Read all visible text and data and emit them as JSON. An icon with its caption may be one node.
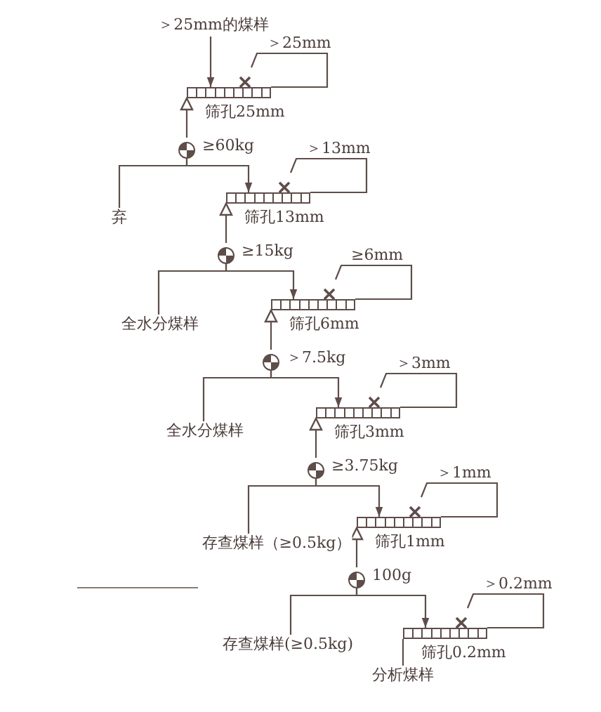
{
  "diagram": {
    "nodes": [
      {
        "text": [
          "＞25mm的煤样"
        ]
      },
      {
        "text": [
          "筛孔25mm"
        ]
      },
      {
        "text": [],
        "shape": "cross"
      },
      {
        "text": [],
        "shape": "circle",
        "beside": [
          "≥60kg"
        ]
      },
      {
        "text": [
          "弃"
        ]
      },
      {
        "text": [
          "筛孔13mm"
        ]
      },
      {
        "text": [],
        "shape": "cross"
      },
      {
        "text": [],
        "shape": "circle",
        "beside": [
          "≥15kg"
        ]
      },
      {
        "text": [
          "全水分煤样"
        ]
      },
      {
        "text": [
          "筛孔6mm"
        ]
      },
      {
        "text": [],
        "shape": "cross"
      },
      {
        "text": [],
        "shape": "circle",
        "beside": [
          "＞7.5kg"
        ]
      },
      {
        "text": [
          "全水分煤样"
        ]
      },
      {
        "text": [
          "筛孔3mm"
        ]
      },
      {
        "text": [],
        "shape": "cross"
      },
      {
        "text": [],
        "shape": "circle",
        "beside": [
          "≥3.75kg"
        ]
      },
      {
        "text": [
          "存查煤样（≥0.5kg）"
        ]
      },
      {
        "text": [
          "筛孔1mm"
        ]
      },
      {
        "text": [],
        "shape": "cross"
      },
      {
        "text": [],
        "shape": "circle",
        "beside": [
          "100g"
        ]
      },
      {
        "text": [
          "存查煤样(≥0.5kg)"
        ]
      },
      {
        "text": [
          "筛孔0.2mm"
        ]
      },
      {
        "text": [],
        "shape": "cross"
      },
      {
        "text": [
          "分析煤样"
        ]
      }
    ],
    "edges": [
      {
        "from": 0,
        "to": 1,
        "arrow": "to"
      },
      {
        "from": 1,
        "to": 2,
        "arrow": "none",
        "label": "＞25mm"
      },
      {
        "from": 3,
        "to": 1,
        "arrow": "to"
      },
      {
        "from": 3,
        "to": 4,
        "arrow": "none"
      },
      {
        "from": 3,
        "to": 5,
        "arrow": "to"
      },
      {
        "from": 5,
        "to": 6,
        "arrow": "none",
        "label": "＞13mm"
      },
      {
        "from": 7,
        "to": 5,
        "arrow": "to"
      },
      {
        "from": 7,
        "to": 8,
        "arrow": "none"
      },
      {
        "from": 7,
        "to": 9,
        "arrow": "to"
      },
      {
        "from": 9,
        "to": 10,
        "arrow": "none",
        "label": "≥6mm"
      },
      {
        "from": 11,
        "to": 9,
        "arrow": "to"
      },
      {
        "from": 11,
        "to": 12,
        "arrow": "none"
      },
      {
        "from": 11,
        "to": 13,
        "arrow": "to"
      },
      {
        "from": 13,
        "to": 14,
        "arrow": "none",
        "label": "＞3mm"
      },
      {
        "from": 15,
        "to": 13,
        "arrow": "to"
      },
      {
        "from": 15,
        "to": 16,
        "arrow": "none"
      },
      {
        "from": 15,
        "to": 17,
        "arrow": "to"
      },
      {
        "from": 17,
        "to": 18,
        "arrow": "none",
        "label": "＞1mm"
      },
      {
        "from": 19,
        "to": 17,
        "arrow": "to"
      },
      {
        "from": 19,
        "to": 20,
        "arrow": "none"
      },
      {
        "from": 19,
        "to": 21,
        "arrow": "to"
      },
      {
        "from": 21,
        "to": 22,
        "arrow": "none",
        "label": "＞0.2mm"
      },
      {
        "from": 21,
        "to": 23,
        "arrow": "none"
      }
    ]
  }
}
